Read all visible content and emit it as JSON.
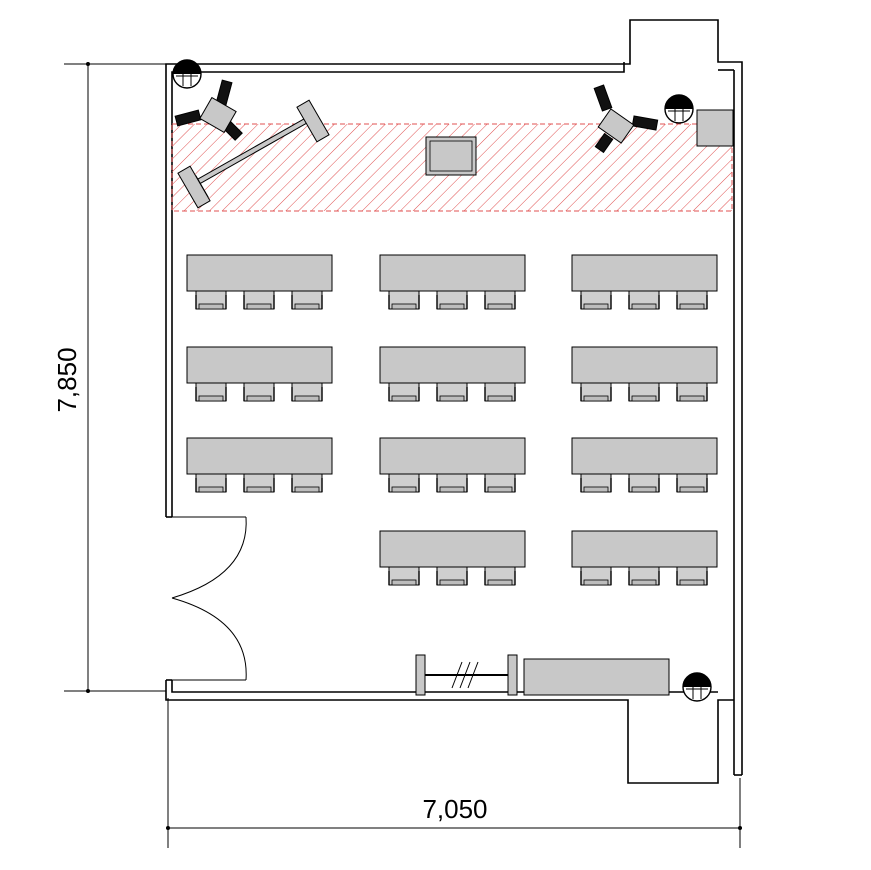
{
  "dimensions": {
    "height_label": "7,850",
    "width_label": "7,050"
  },
  "layout": {
    "table_rows": 4,
    "table_columns": 3,
    "chairs_per_table": 3,
    "tables_per_row": [
      3,
      3,
      3,
      2
    ]
  },
  "colors": {
    "stage_hatch": "#e05050",
    "furniture_fill": "#c8c8c8",
    "line": "#000000"
  }
}
